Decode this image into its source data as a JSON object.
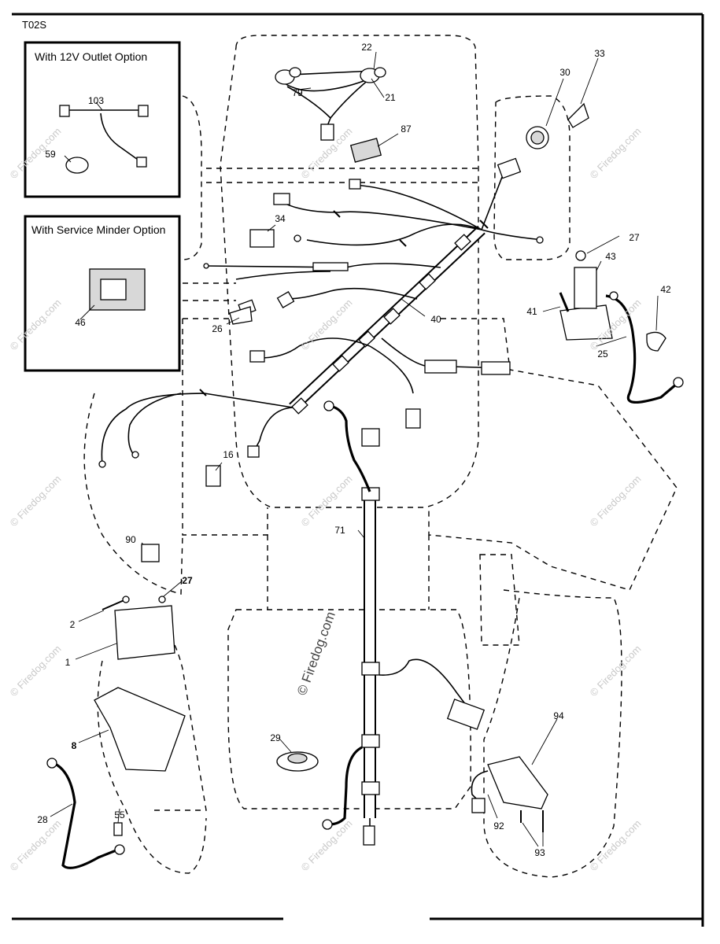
{
  "diagram": {
    "code": "T02S",
    "boxes": {
      "outlet_option": "With 12V Outlet Option",
      "service_minder_option": "With Service Minder Option"
    },
    "watermark": "© Firedog.com",
    "center_watermark": "© Firedog.com",
    "parts": {
      "p1": "1",
      "p2": "2",
      "p8": "8",
      "p16": "16",
      "p21": "21",
      "p22": "22",
      "p25": "25",
      "p26": "26",
      "p27a": "27",
      "p27b": "27",
      "p28": "28",
      "p29": "29",
      "p30": "30",
      "p33": "33",
      "p34": "34",
      "p40": "40",
      "p41": "41",
      "p42": "42",
      "p43": "43",
      "p46": "46",
      "p55": "55",
      "p59": "59",
      "p71": "71",
      "p79": "79",
      "p87": "87",
      "p90": "90",
      "p92": "92",
      "p93": "93",
      "p94": "94",
      "p103": "103"
    }
  }
}
